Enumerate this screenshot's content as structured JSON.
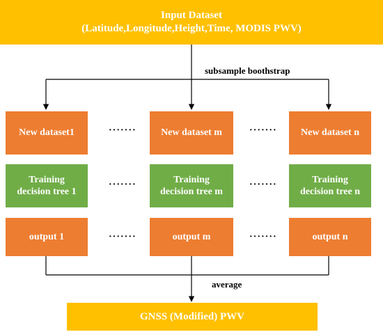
{
  "input": {
    "title": "Input Dataset",
    "subtitle": "(Latitude,Longitude,Height,Time, MODIS PWV)"
  },
  "labels": {
    "subsample": "subsample boothstrap",
    "average": "average"
  },
  "columns": [
    {
      "dataset": "New dataset1",
      "tree_line1": "Training",
      "tree_line2": "decision tree 1",
      "output": "output 1"
    },
    {
      "dataset": "New dataset m",
      "tree_line1": "Training",
      "tree_line2": "decision tree m",
      "output": "output m"
    },
    {
      "dataset": "New dataset n",
      "tree_line1": "Training",
      "tree_line2": "decision tree n",
      "output": "output n"
    }
  ],
  "ellipsis": "·······",
  "result": {
    "title": "GNSS (Modified) PWV"
  },
  "colors": {
    "yellow": "#ffc000",
    "orange": "#ed7d31",
    "green": "#70ad47"
  }
}
